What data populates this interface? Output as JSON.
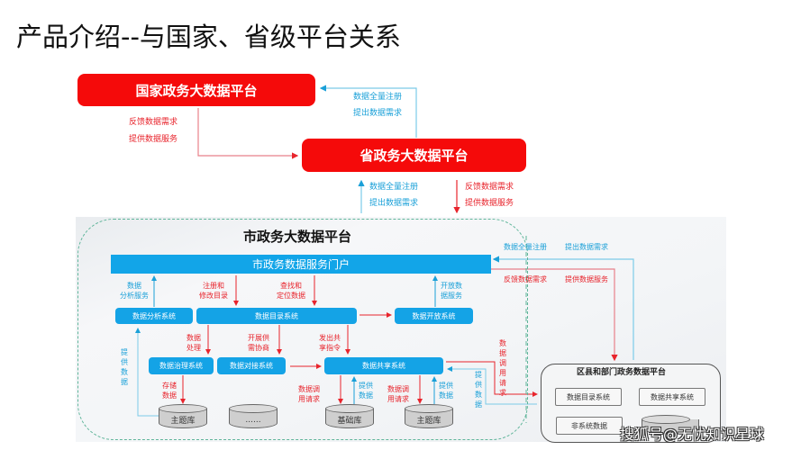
{
  "title": "产品介绍--与国家、省级平台关系",
  "colors": {
    "red": "#f50a0a",
    "blue": "#14a3e6",
    "red_text": "#e8242c",
    "blue_text": "#1aa0d8",
    "dashed_border": "#5fb59a"
  },
  "national": {
    "box": "国家政务大数据平台",
    "to_province_labels": [
      "反馈数据需求",
      "提供数据服务"
    ],
    "from_province_labels": [
      "数据全量注册",
      "提出数据需求"
    ]
  },
  "province": {
    "box": "省政务大数据平台",
    "from_city_labels": [
      "数据全量注册",
      "提出数据需求"
    ],
    "to_city_labels": [
      "反馈数据需求",
      "提供数据服务"
    ]
  },
  "city": {
    "title": "市政务大数据平台",
    "portal": "市政务数据服务门户",
    "systems": {
      "analysis": "数据分析系统",
      "catalog": "数据目录系统",
      "open": "数据开放系统",
      "governance": "数据治理系统",
      "exchange": "数据对接系统",
      "sharing": "数据共享系统"
    },
    "labels": {
      "analysis_service": [
        "数据",
        "分析服务"
      ],
      "register_catalog": [
        "注册和",
        "修改目录"
      ],
      "locate_data": [
        "查找和",
        "定位数据"
      ],
      "open_service": [
        "开放数",
        "据服务"
      ],
      "data_processing": [
        "数据",
        "处理"
      ],
      "supply_negotiation": [
        "开展供",
        "需协商"
      ],
      "share_command": [
        "发出共",
        "享指令"
      ],
      "provide_data_vertical": "提供数据",
      "store_data": [
        "存储",
        "数据"
      ],
      "call_request_1": [
        "数据调",
        "用请求"
      ],
      "provide_data_1": [
        "提供",
        "数据"
      ],
      "call_request_2": [
        "数据调",
        "用请求"
      ],
      "provide_data_2": [
        "提供",
        "数据"
      ],
      "call_request_vertical": "数据调用请求",
      "provide_data_right_vertical": "提供数据"
    },
    "databases": [
      "主题库",
      "......",
      "基础库",
      "主题库"
    ],
    "to_district_labels": [
      "反馈数据需求",
      "提供数据服务"
    ],
    "from_district_labels": [
      "数据全量注册",
      "提出数据需求"
    ]
  },
  "district": {
    "title": "区县和部门政务数据平台",
    "boxes": [
      "数据目录系统",
      "数据共享系统",
      "非系统数据"
    ],
    "database": ""
  },
  "watermark": "搜狐号@无忧知识星球"
}
